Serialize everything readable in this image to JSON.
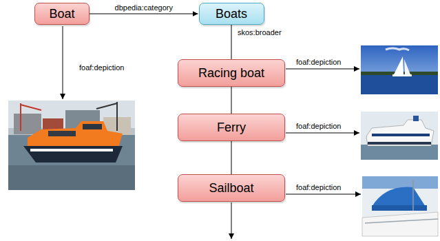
{
  "diagram": {
    "nodes": [
      {
        "text": [
          "Boat"
        ]
      },
      {
        "text": [
          "Boats"
        ]
      },
      {
        "text": [
          "Racing boat"
        ]
      },
      {
        "text": [
          "Ferry"
        ]
      },
      {
        "text": [
          "Sailboat"
        ]
      }
    ],
    "edges": [
      {
        "from": 0,
        "to": 1,
        "arrow": "to",
        "label": "dbpedia:category"
      },
      {
        "from": 1,
        "to": 2,
        "arrow": "none",
        "label": "skos:broader"
      },
      {
        "from": 2,
        "to": 3,
        "arrow": "none"
      },
      {
        "from": 3,
        "to": 4,
        "arrow": "none"
      }
    ],
    "labels": [
      "foaf:depiction",
      "foaf:depiction",
      "foaf:depiction",
      "foaf:depiction"
    ]
  }
}
